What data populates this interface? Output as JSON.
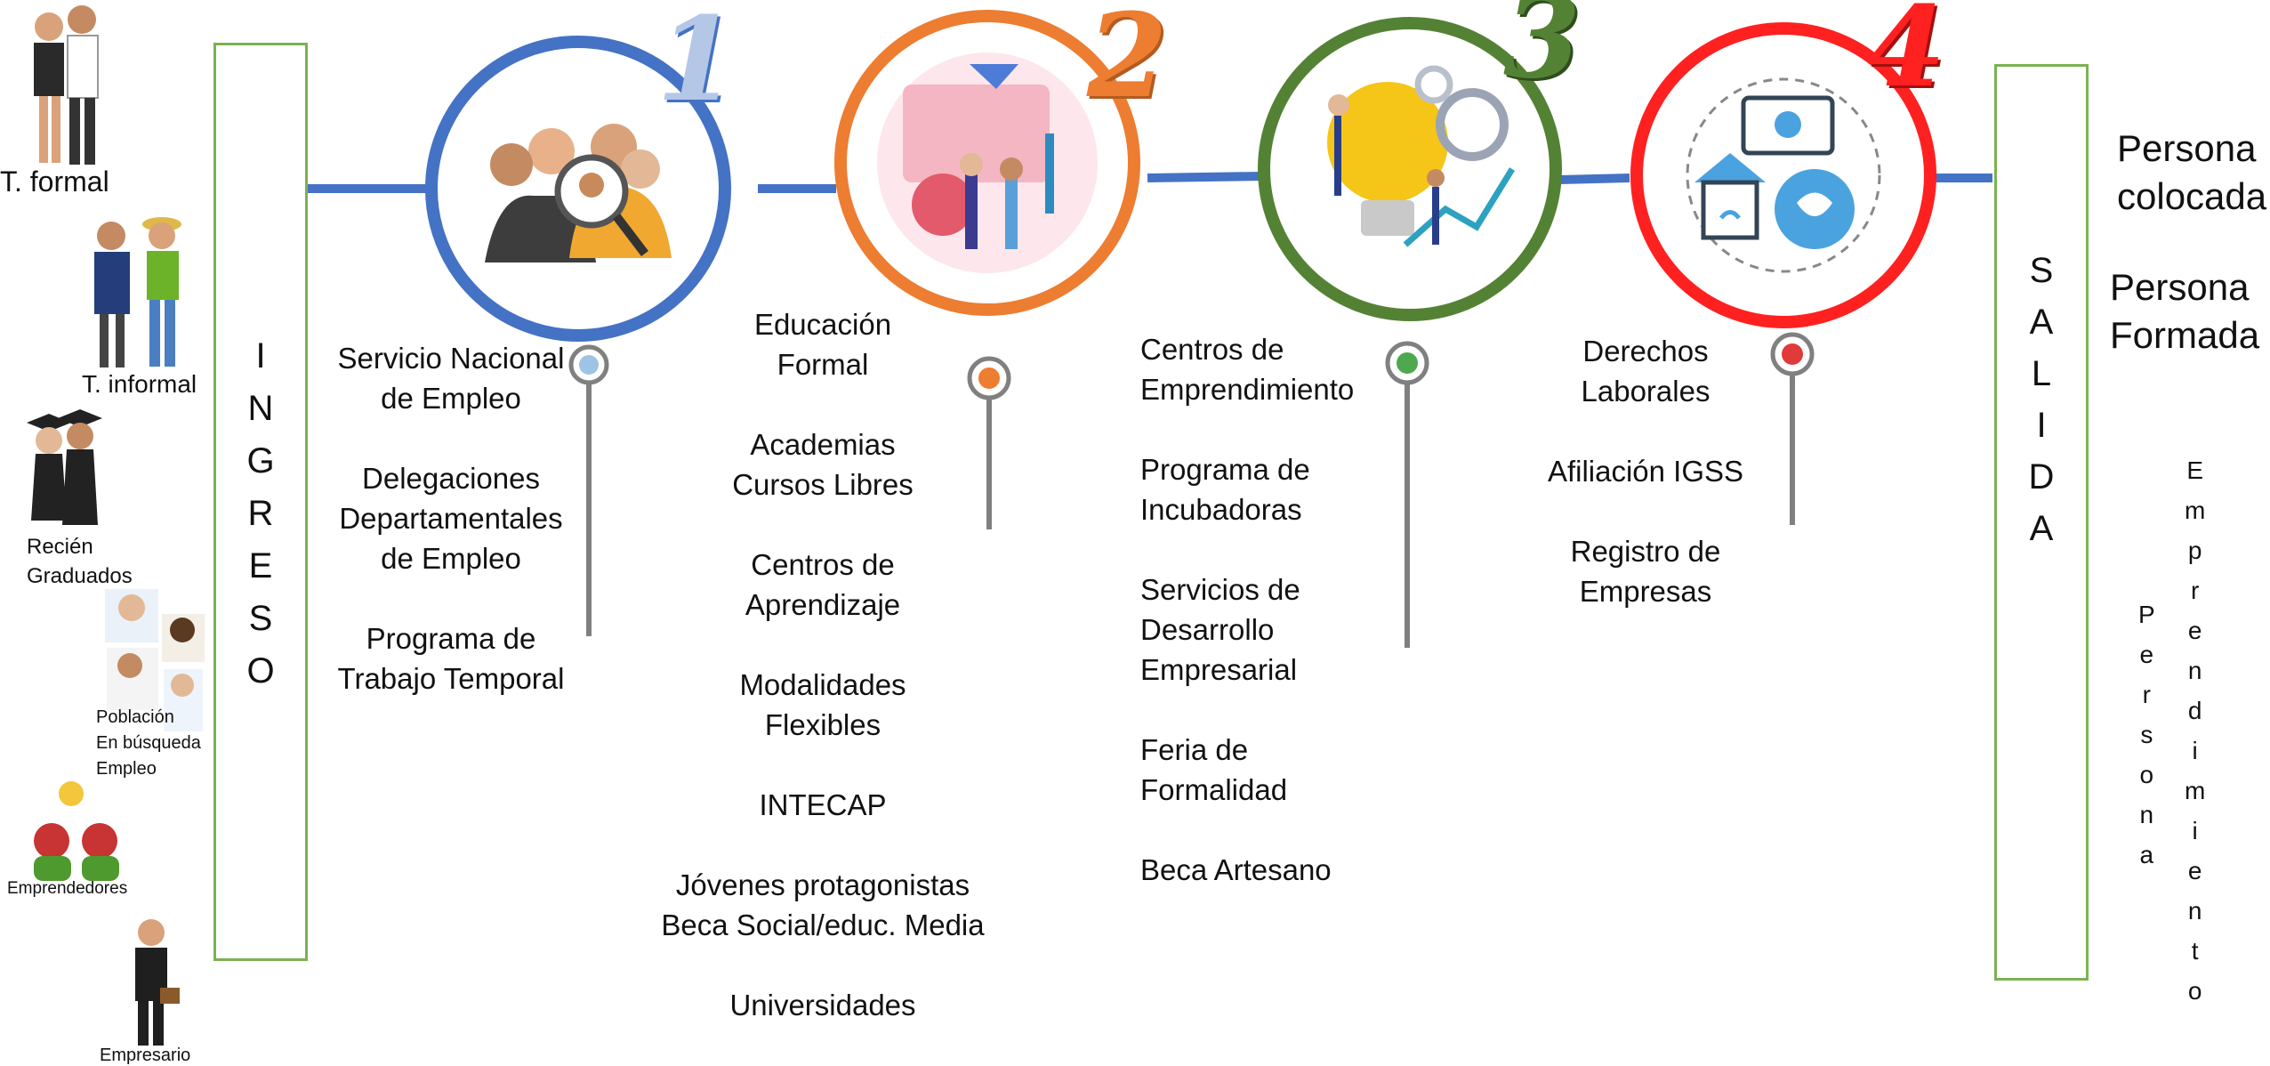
{
  "people": [
    {
      "label": "T. formal",
      "icon": "formal-workers-icon"
    },
    {
      "label": "T. informal",
      "icon": "informal-workers-icon"
    },
    {
      "label": "Recién\nGraduados",
      "icon": "graduates-icon"
    },
    {
      "label": "Población\nEn búsqueda\nEmpleo",
      "icon": "job-seekers-icon"
    },
    {
      "label": "Emprendedores",
      "icon": "entrepreneurs-icon"
    },
    {
      "label": "Empresario",
      "icon": "businessman-icon"
    }
  ],
  "ingreso": {
    "letters": [
      "I",
      "N",
      "G",
      "R",
      "E",
      "S",
      "O"
    ]
  },
  "salida": {
    "letters": [
      "S",
      "A",
      "L",
      "I",
      "D",
      "A"
    ]
  },
  "stages": [
    {
      "number": "1",
      "color": "#4472c4",
      "dot_color": "#9dc3e6",
      "icon": "recruitment-icon",
      "items": [
        "Servicio Nacional\nde Empleo",
        "Delegaciones\nDepartamentales\nde Empleo",
        "Programa de\nTrabajo Temporal"
      ]
    },
    {
      "number": "2",
      "color": "#ed7d31",
      "dot_color": "#ed7d31",
      "icon": "education-icon",
      "items": [
        "Educación\nFormal",
        "Academias\nCursos Libres",
        "Centros de\nAprendizaje",
        "Modalidades\nFlexibles",
        "INTECAP",
        "Jóvenes protagonistas\nBeca Social/educ. Media",
        "Universidades"
      ]
    },
    {
      "number": "3",
      "color": "#548235",
      "dot_color": "#4ea84e",
      "icon": "entrepreneurship-lightbulb-icon",
      "items": [
        "Centros de\nEmprendimiento",
        "Programa de\nIncubadoras",
        "Servicios de\nDesarrollo\nEmpresarial",
        "Feria de\nFormalidad",
        "Beca Artesano"
      ]
    },
    {
      "number": "4",
      "color": "#ff2020",
      "dot_color": "#e03a3a",
      "icon": "labor-rights-icon",
      "items": [
        "Derechos\nLaborales",
        "Afiliación IGSS",
        "Registro de\nEmpresas"
      ]
    }
  ],
  "outcomes": {
    "colocada": "Persona\ncolocada",
    "formada": "Persona\nFormada",
    "emprendimiento_a": [
      "P",
      "e",
      "r",
      "s",
      "o",
      "n",
      "a"
    ],
    "emprendimiento_b": [
      "E",
      "m",
      "p",
      "r",
      "e",
      "n",
      "d",
      "i",
      "m",
      "i",
      "e",
      "n",
      "t",
      "o"
    ]
  }
}
